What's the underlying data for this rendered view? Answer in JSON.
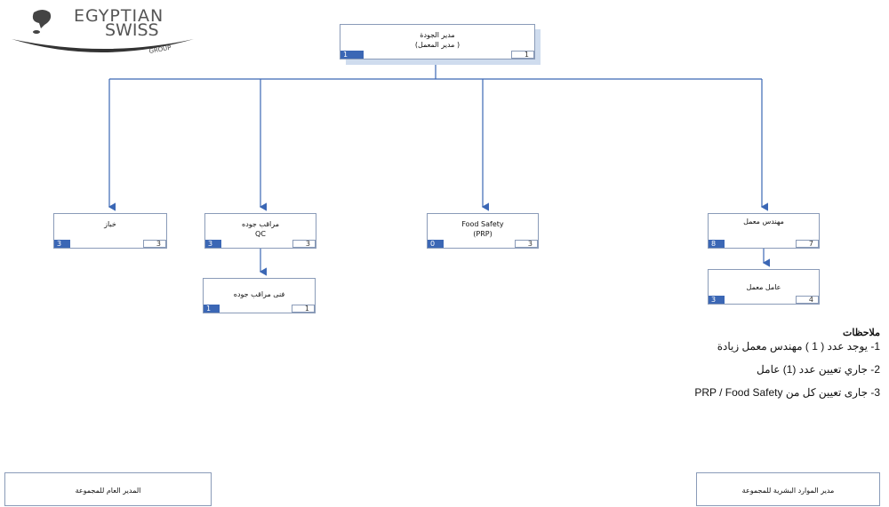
{
  "logo": {
    "line1": "EGYPTIAN",
    "line2": "SWISS",
    "line3": "Group"
  },
  "top": {
    "title": "مدير الجودة",
    "subtitle": "(مدير المعمل )",
    "left": "1",
    "right": "1"
  },
  "boxes": [
    {
      "title": "خباز",
      "subtitle": "",
      "left": "3",
      "right": "3"
    },
    {
      "title": "مراقب جوده",
      "subtitle": "QC",
      "left": "3",
      "right": "3"
    },
    {
      "title": "فنى مراقب جوده",
      "subtitle": "",
      "left": "1",
      "right": "1"
    },
    {
      "title": "Food Safety",
      "subtitle": "(PRP)",
      "left": "0",
      "right": "3"
    },
    {
      "title": "مهندس معمل",
      "subtitle": "",
      "left": "8",
      "right": "7"
    },
    {
      "title": "عامل معمل",
      "subtitle": "",
      "left": "3",
      "right": "4"
    }
  ],
  "notes": {
    "heading": "ملاحظات",
    "items": [
      "1- يوجد عدد ( 1 ) مهندس معمل زيادة",
      "2- جاري تعيين عدد (1) عامل",
      "3- جارى تعيين كل من PRP / Food Safety"
    ]
  },
  "footer": {
    "general_manager": "المدير العام للمجموعة",
    "hr_manager": "مدير الموارد البشرية للمجموعة"
  },
  "colors": {
    "accent": "#3b67b5",
    "line": "#3b67b5",
    "border": "#8a9bb8"
  }
}
